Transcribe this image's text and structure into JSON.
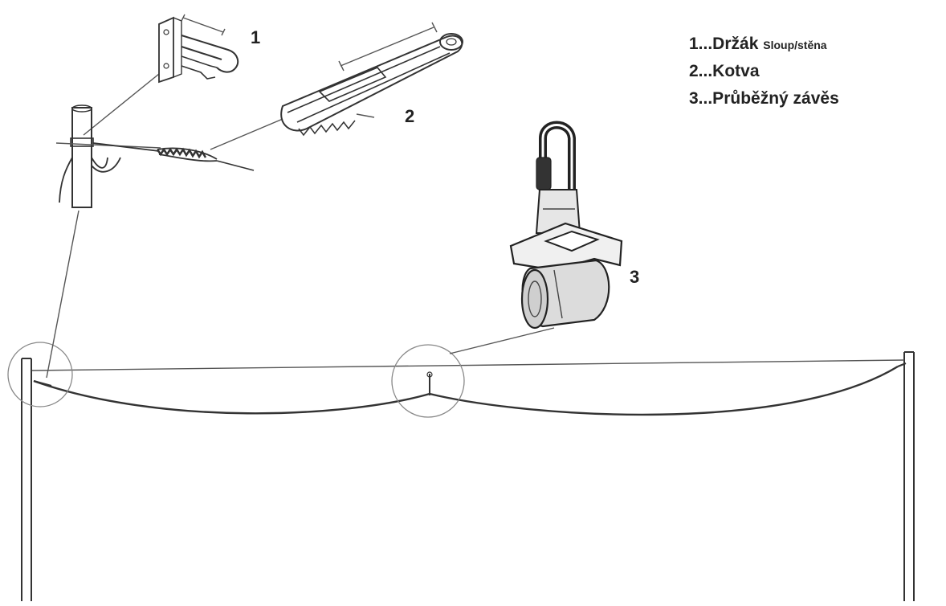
{
  "callouts": {
    "bracket_number": "1",
    "anchor_number": "2",
    "hanger_number": "3"
  },
  "legend": {
    "item1_prefix": "1...Držák",
    "item1_sub": "Sloup/stěna",
    "item2": "2...Kotva",
    "item3": "3...Průběžný závěs"
  },
  "colors": {
    "line": "#333333",
    "background": "#ffffff"
  }
}
